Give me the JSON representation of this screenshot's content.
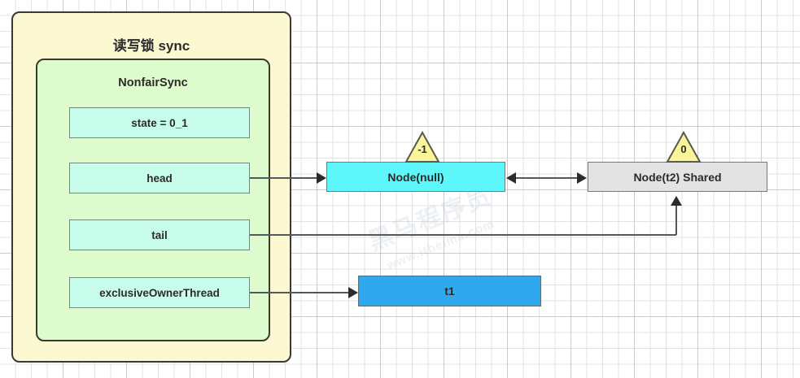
{
  "diagram": {
    "title": "读写锁 sync",
    "outer": {
      "label": "读写锁 sync",
      "fill": "#FCF8D2"
    },
    "inner": {
      "label": "NonfairSync",
      "fill": "#DDFBCC"
    },
    "fields": [
      {
        "name": "state",
        "label": "state = 0_1"
      },
      {
        "name": "head",
        "label": "head"
      },
      {
        "name": "tail",
        "label": "tail"
      },
      {
        "name": "exclusiveOwnerThread",
        "label": "exclusiveOwnerThread"
      }
    ],
    "nodes": [
      {
        "name": "node-null",
        "label": "Node(null)",
        "wait_status": "-1",
        "fill": "#5CF6FB"
      },
      {
        "name": "node-t2",
        "label": "Node(t2) Shared",
        "wait_status": "0",
        "fill": "#E3E3E3"
      },
      {
        "name": "thread-t1",
        "label": "t1",
        "fill": "#2FA8ED"
      }
    ],
    "edges": [
      {
        "from": "head",
        "to": "Node(null)",
        "style": "arrow-right"
      },
      {
        "from": "Node(null)",
        "to": "Node(t2) Shared",
        "style": "double-arrow"
      },
      {
        "from": "tail",
        "to": "Node(t2) Shared",
        "style": "arrow-up"
      },
      {
        "from": "exclusiveOwnerThread",
        "to": "t1",
        "style": "arrow-right"
      }
    ],
    "watermark": {
      "line1": "黑马程序员",
      "line2": "www.itheima.com"
    },
    "colors": {
      "outer_fill": "#FCF8D2",
      "inner_fill": "#DDFBCC",
      "field_fill": "#C8FCEA",
      "node_null_fill": "#5CF6FB",
      "node_shared_fill": "#E3E3E3",
      "thread_fill": "#2FA8ED",
      "triangle_fill": "#FAF59A",
      "stroke": "#3a3a2e"
    }
  }
}
